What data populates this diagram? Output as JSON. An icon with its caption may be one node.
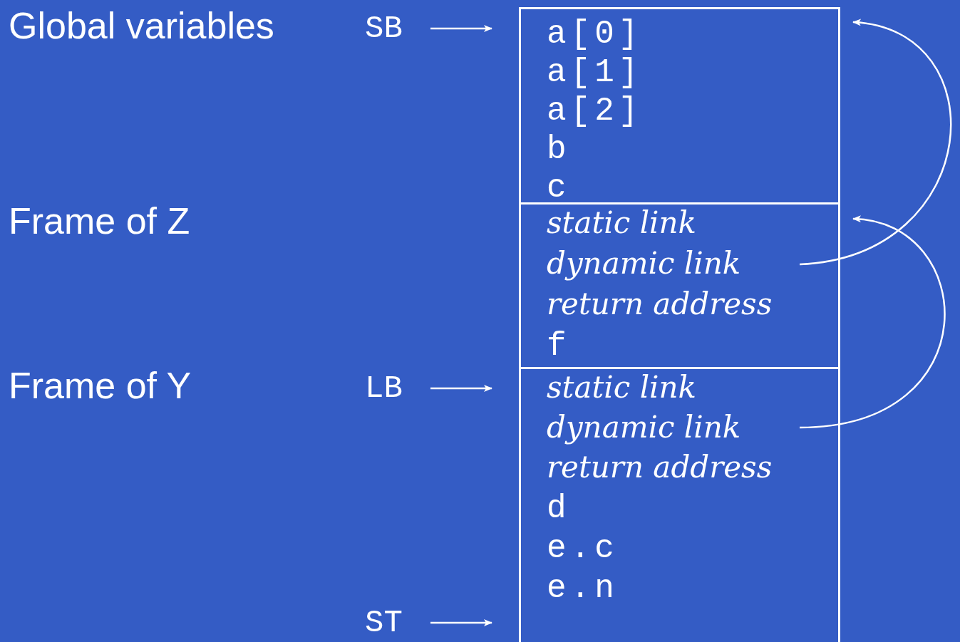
{
  "diagram": {
    "nodes": [
      {
        "text": [
          "SB"
        ]
      },
      {
        "text": [
          "a[0]",
          "a[1]",
          "a[2]",
          "b",
          "c"
        ]
      },
      {
        "text": [
          "static link",
          "dynamic link",
          "return address",
          "f"
        ]
      },
      {
        "text": [
          "LB"
        ]
      },
      {
        "text": [
          "static link",
          "dynamic link",
          "return address",
          "d",
          "e.c",
          "e.n"
        ]
      },
      {
        "text": [
          "ST"
        ]
      }
    ],
    "edges": [
      {
        "from": 0,
        "to": 1,
        "arrow": "to"
      },
      {
        "from": 2,
        "to": 1,
        "arrow": "to"
      },
      {
        "from": 4,
        "to": 2,
        "arrow": "to"
      },
      {
        "from": 3,
        "to": 4,
        "arrow": "to"
      },
      {
        "from": 5,
        "to": 4,
        "arrow": "to"
      }
    ],
    "labels": [
      "Global variables",
      "Frame of Z",
      "Frame of Y"
    ]
  }
}
